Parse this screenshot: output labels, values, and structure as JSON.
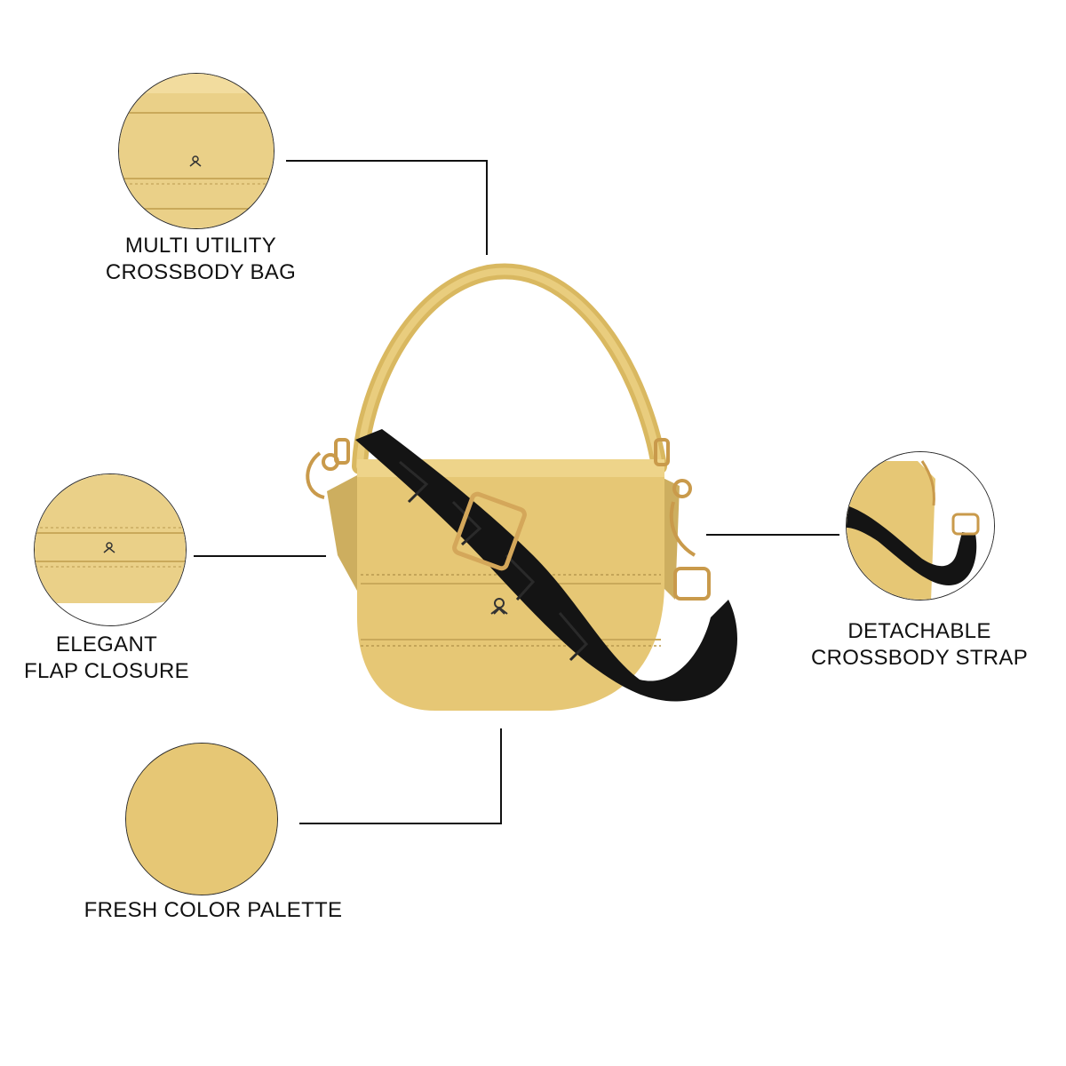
{
  "colors": {
    "bag_yellow": "#E6C775",
    "bag_yellow_light": "#EED48A",
    "bag_shadow": "#C9A95A",
    "strap_black": "#141414",
    "hardware_gold": "#C99A4B",
    "line_color": "#111111"
  },
  "features": [
    {
      "id": "multi-utility",
      "line1": "MULTI UTILITY",
      "line2": "CROSSBODY BAG",
      "icon": "bag-flap-closeup"
    },
    {
      "id": "flap-closure",
      "line1": "ELEGANT",
      "line2": "FLAP CLOSURE",
      "icon": "bag-flap-logo-closeup"
    },
    {
      "id": "color-palette",
      "line1": "FRESH COLOR PALETTE",
      "line2": "",
      "icon": "color-swatch"
    },
    {
      "id": "crossbody-strap",
      "line1": "DETACHABLE",
      "line2": "CROSSBODY STRAP",
      "icon": "strap-closeup"
    }
  ]
}
